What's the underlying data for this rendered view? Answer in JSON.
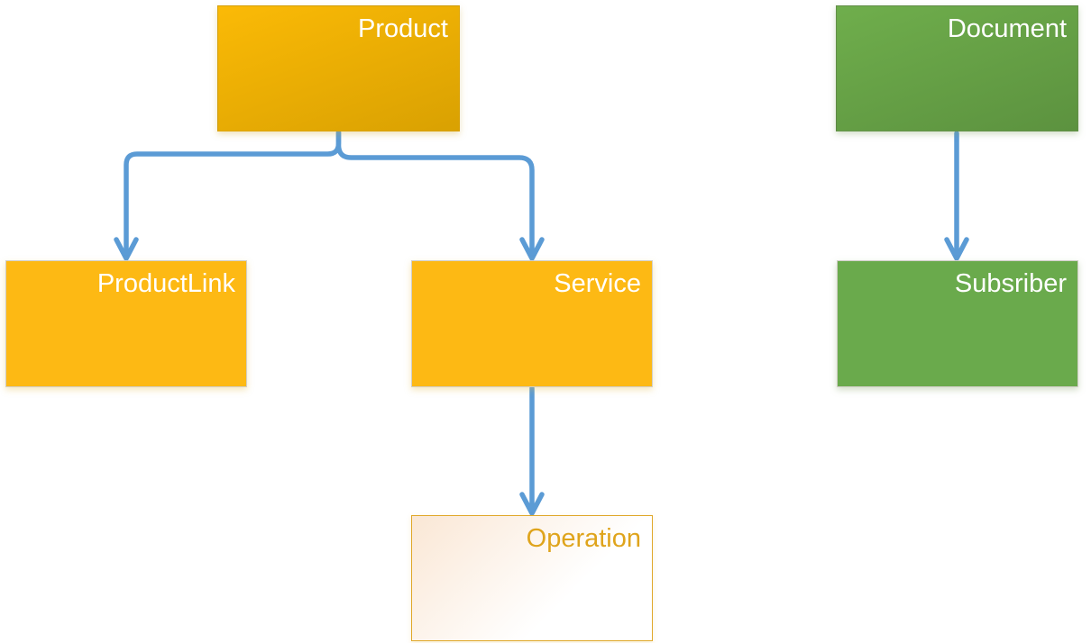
{
  "colors": {
    "page_bg": "#FFFFFF",
    "gold_grad_start": "#FBBA06",
    "gold_grad_end": "#D9A102",
    "gold_flat": "#FDB914",
    "green_grad_start": "#6FAE4C",
    "green_grad_end": "#5C923F",
    "green_flat": "#6AAA4C",
    "flat_border": "#D2CFC9",
    "operation_grad_start": "#FAE7D5",
    "operation_border": "#E0A82A",
    "operation_text": "#DFA41C",
    "label_text": "#FFFFFF",
    "connector": "#5B9BD5"
  },
  "nodes": {
    "product": {
      "label": "Product"
    },
    "document": {
      "label": "Document"
    },
    "productlink": {
      "label": "ProductLink"
    },
    "service": {
      "label": "Service"
    },
    "subsriber": {
      "label": "Subsriber"
    },
    "operation": {
      "label": "Operation"
    }
  },
  "edges": [
    {
      "from": "Product",
      "to": "ProductLink"
    },
    {
      "from": "Product",
      "to": "Service"
    },
    {
      "from": "Document",
      "to": "Subsriber"
    },
    {
      "from": "Service",
      "to": "Operation"
    }
  ]
}
